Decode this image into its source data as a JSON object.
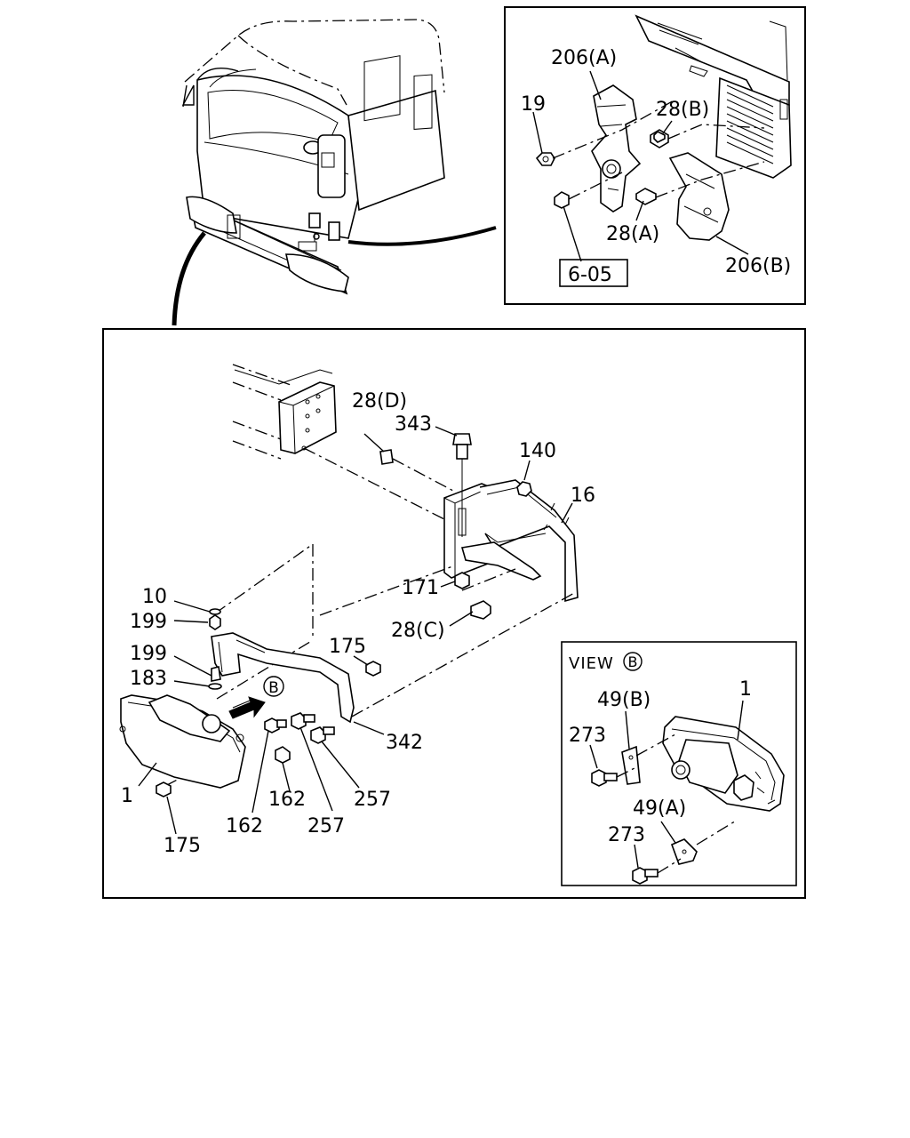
{
  "inset_top": {
    "labels": {
      "l206a": "206(A)",
      "l19": "19",
      "l28b": "28(B)",
      "l28a": "28(A)",
      "l206b": "206(B)",
      "ref": "6-05"
    }
  },
  "main": {
    "labels": {
      "l28d": "28(D)",
      "l343": "343",
      "l140": "140",
      "l16": "16",
      "l171": "171",
      "l28c": "28(C)",
      "l10": "10",
      "l199a": "199",
      "l175a": "175",
      "l199b": "199",
      "l183": "183",
      "lB": "B",
      "l342": "342",
      "l1": "1",
      "l162a": "162",
      "l257a": "257",
      "l162b": "162",
      "l257b": "257",
      "l175b": "175"
    }
  },
  "view_b": {
    "title": "VIEW",
    "marker": "B",
    "labels": {
      "l1": "1",
      "l49b": "49(B)",
      "l273a": "273",
      "l49a": "49(A)",
      "l273b": "273"
    }
  }
}
